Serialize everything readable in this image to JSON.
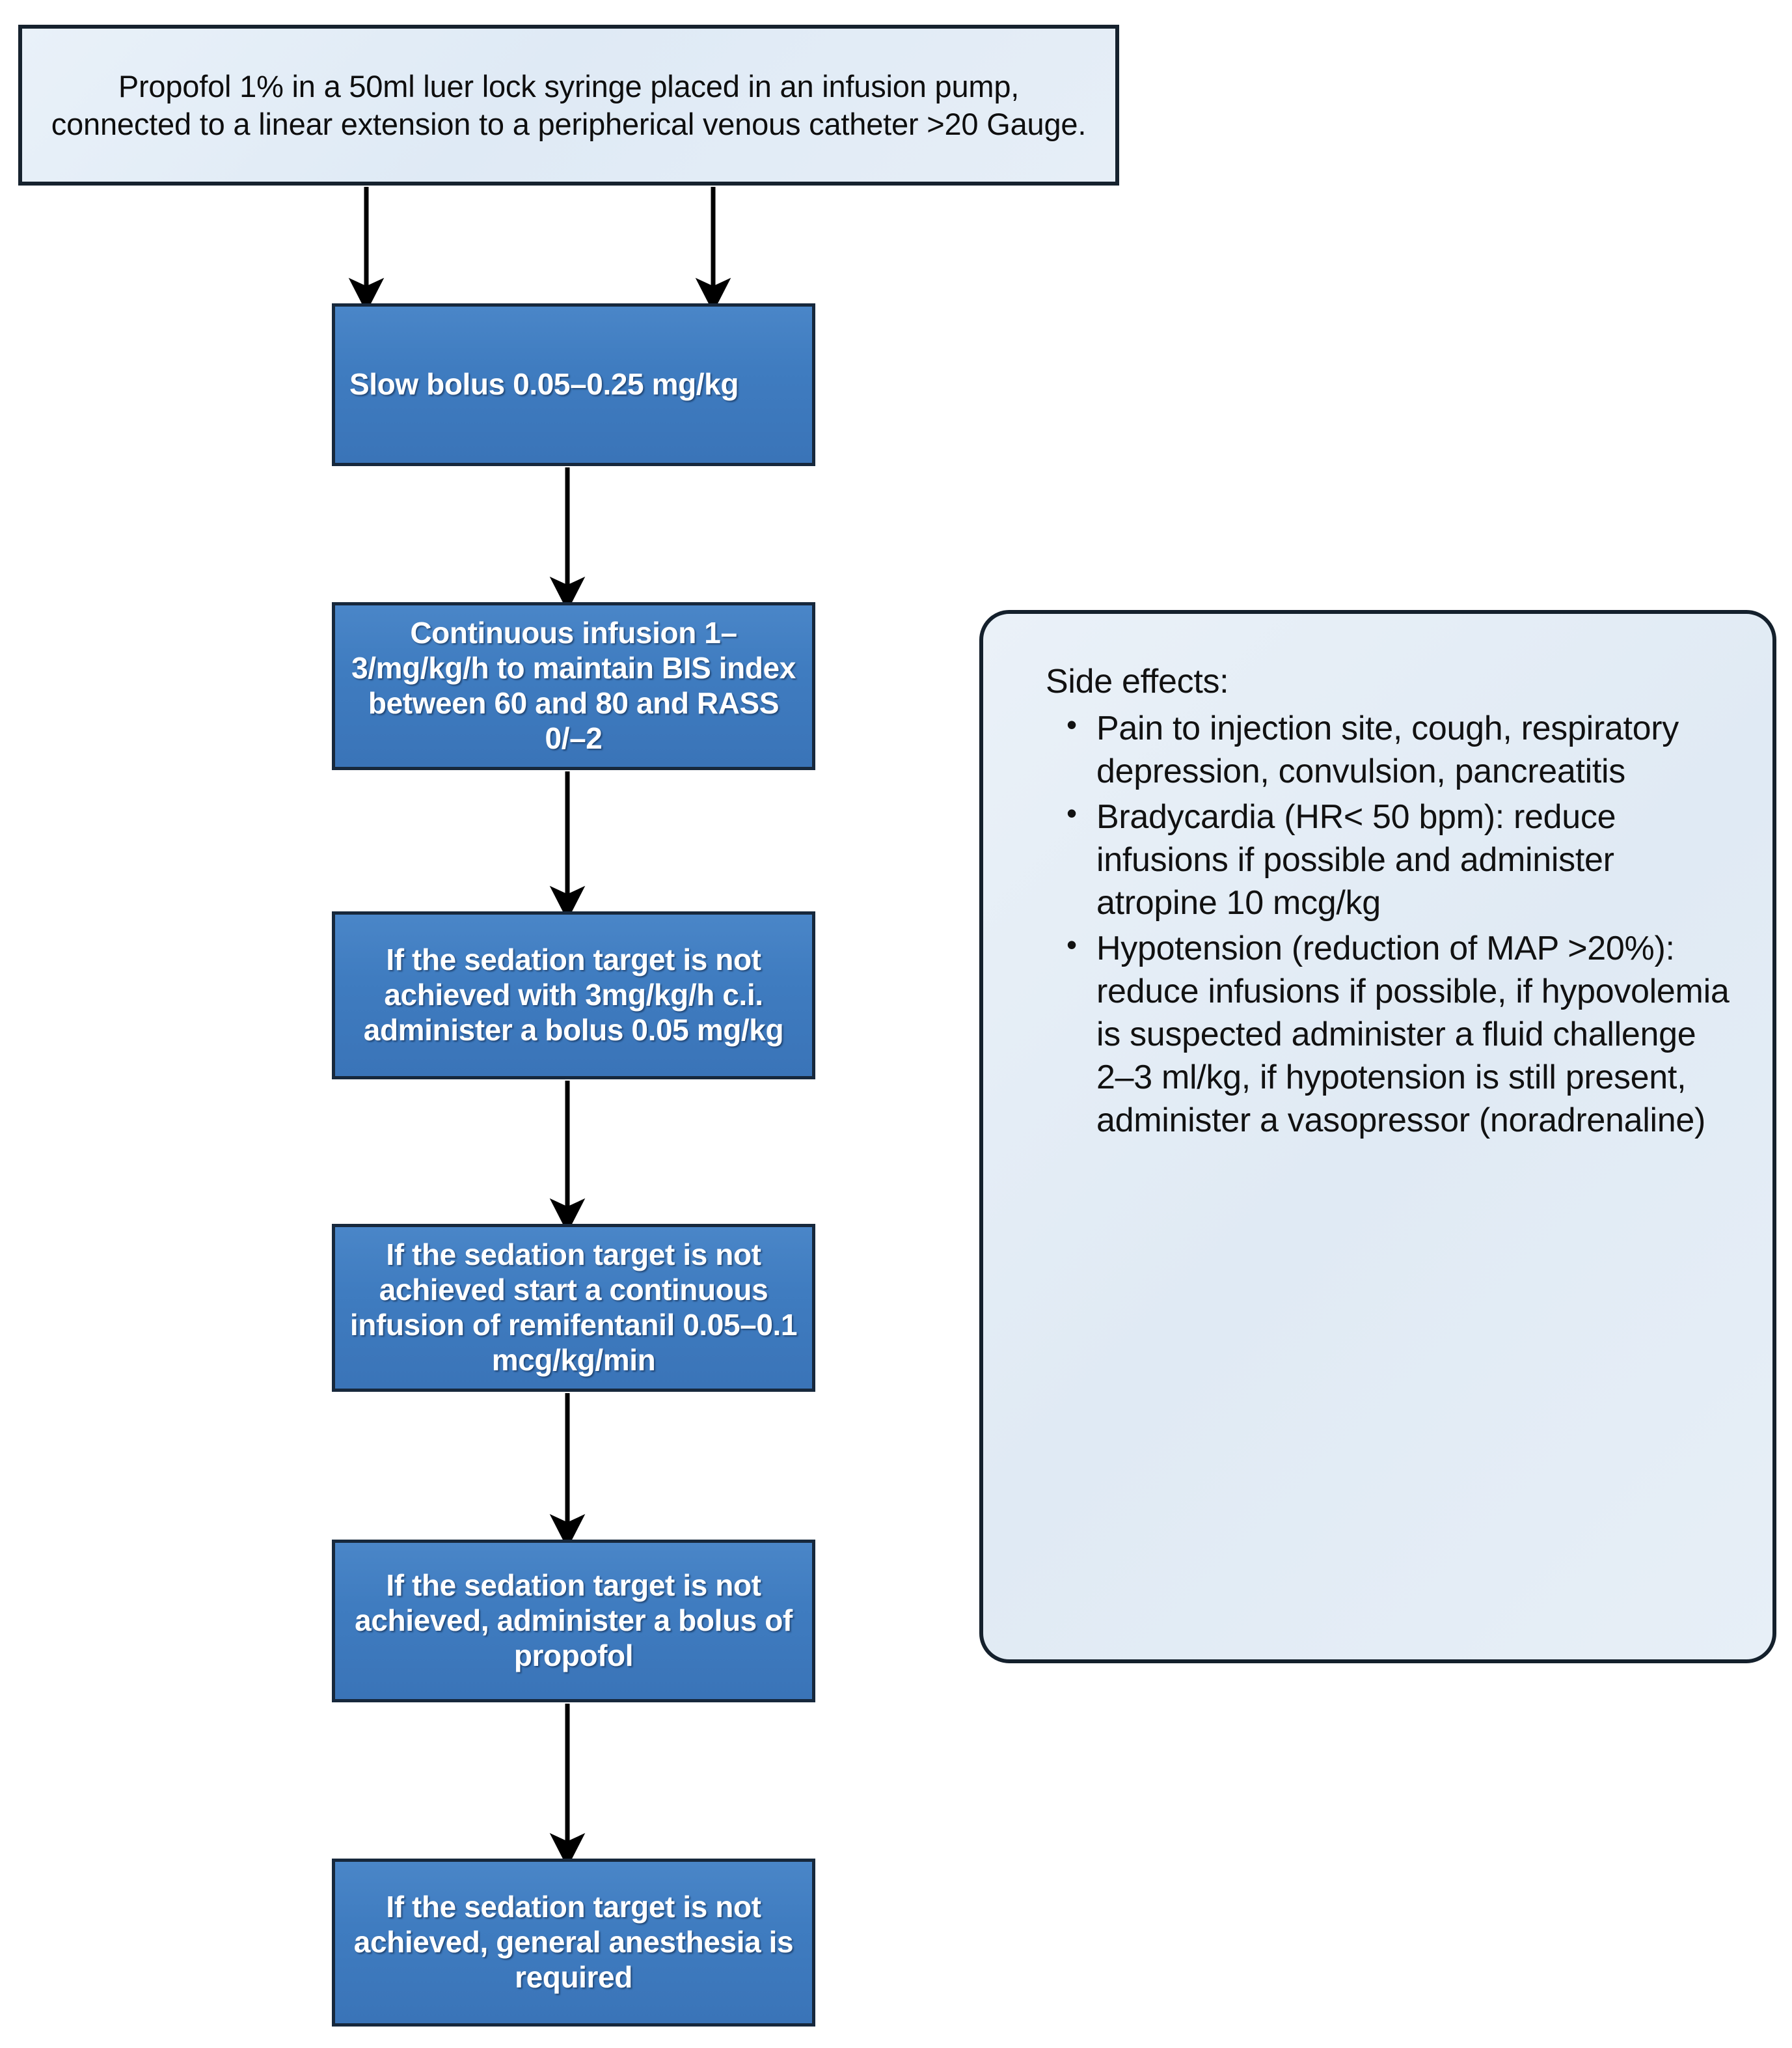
{
  "diagram": {
    "title": "Propofol sedation protocol flowchart",
    "colors": {
      "process_fill": "#3f7cc0",
      "process_border": "#17283c",
      "header_fill": "#e4edf6",
      "header_border": "#16222e",
      "panel_fill": "#e4edf6",
      "panel_border": "#14202c",
      "process_text": "#ffffff",
      "body_text": "#111111",
      "connector": "#000000"
    },
    "header": {
      "text": "Propofol 1% in a 50ml luer lock syringe placed in an infusion pump, connected to a linear extension to a peripherical venous catheter >20 Gauge."
    },
    "steps": [
      {
        "id": "step-1",
        "text": "Slow bolus 0.05–0.25 mg/kg"
      },
      {
        "id": "step-2",
        "text": "Continuous infusion 1–3/mg/kg/h to maintain BIS index between 60 and 80 and RASS 0/–2"
      },
      {
        "id": "step-3",
        "text": "If the sedation target is not achieved with 3mg/kg/h c.i. administer a bolus 0.05 mg/kg"
      },
      {
        "id": "step-4",
        "text": "If the sedation target is not achieved start a continuous infusion of remifentanil 0.05–0.1 mcg/kg/min"
      },
      {
        "id": "step-5",
        "text": "If the sedation target is not achieved, administer a bolus of propofol"
      },
      {
        "id": "step-6",
        "text": "If the sedation target is not achieved, general anesthesia is required"
      }
    ],
    "side_effects": {
      "title": "Side effects:",
      "items": [
        "Pain to injection site, cough, respiratory depression, convulsion, pancreatitis",
        "Bradycardia (HR< 50 bpm): reduce infusions if possible and administer atropine 10 mcg/kg",
        "Hypotension (reduction of MAP >20%): reduce infusions if possible, if hypovolemia is suspected administer a fluid challenge 2–3 ml/kg, if hypotension is still present, administer a vasopressor (noradrenaline)"
      ]
    }
  }
}
